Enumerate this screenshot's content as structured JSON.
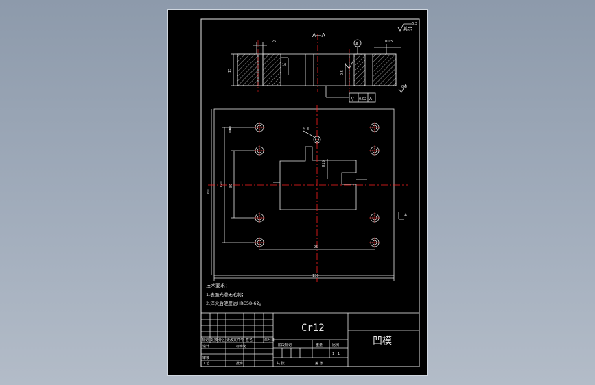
{
  "section_view": {
    "label": "A—A",
    "roughness_note": "其余",
    "roughness_value": "6.3",
    "datum": "A",
    "dim_top_left": "25",
    "dim_height": "15",
    "dim_step": "10",
    "dim_top_right": "R0.5",
    "dim_side": "0.5",
    "tolerance_symbol": "//",
    "tolerance_value": "0.02",
    "tolerance_datum": "A",
    "surface_finish": "0.8"
  },
  "plan_view": {
    "section_mark": "A",
    "hole_callout": "M 8",
    "dim_height_outer": "160",
    "dim_height_mid": "120",
    "dim_height_inner": "80",
    "dim_width_inner": "95",
    "dim_width_outer": "130",
    "dim_slot": "R15"
  },
  "technical_requirements": {
    "heading": "技术要求：",
    "items": [
      "1.表面光滑无毛刺；",
      "2.淬火后硬度达HRC58-62。"
    ]
  },
  "title_block": {
    "material": "Cr12",
    "part_name": "凹模",
    "scale": "1 : 1",
    "row_labels": [
      "标记",
      "处数",
      "分区",
      "更改文件号",
      "签名",
      "年月日"
    ],
    "designer_label": "设计",
    "standard_label": "标准化",
    "review_label": "审核",
    "process_label": "工艺",
    "approve_label": "批准",
    "stage_label": "阶段标记",
    "weight_label": "重量",
    "scale_label": "比例",
    "sheet_total": "共  张",
    "sheet_num": "第  张"
  }
}
